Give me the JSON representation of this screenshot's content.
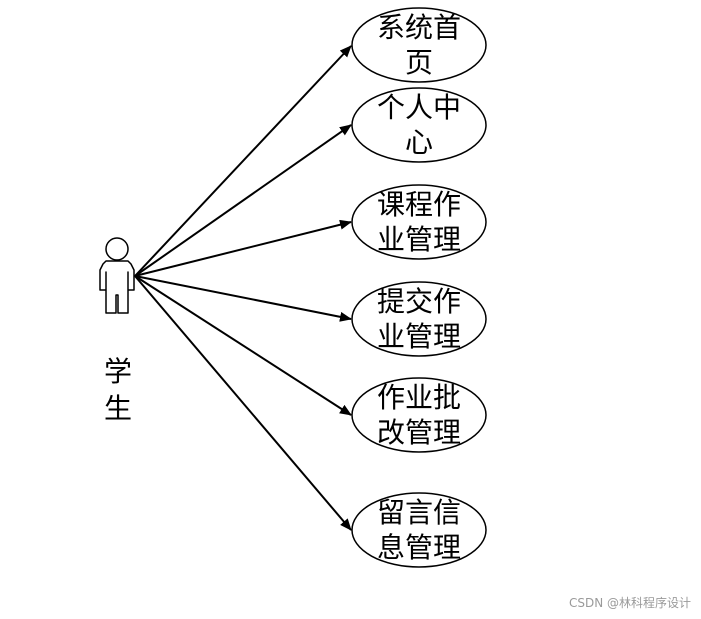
{
  "diagram": {
    "actor": {
      "label_lines": [
        "学",
        "生"
      ]
    },
    "use_cases": [
      {
        "label_lines": [
          "系统首",
          "页"
        ]
      },
      {
        "label_lines": [
          "个人中",
          "心"
        ]
      },
      {
        "label_lines": [
          "课程作",
          "业管理"
        ]
      },
      {
        "label_lines": [
          "提交作",
          "业管理"
        ]
      },
      {
        "label_lines": [
          "作业批",
          "改管理"
        ]
      },
      {
        "label_lines": [
          "留言信",
          "息管理"
        ]
      }
    ]
  },
  "watermark": "CSDN @林科程序设计",
  "colors": {
    "stroke": "#000000",
    "background": "#ffffff",
    "watermark": "#9a9a9a"
  }
}
